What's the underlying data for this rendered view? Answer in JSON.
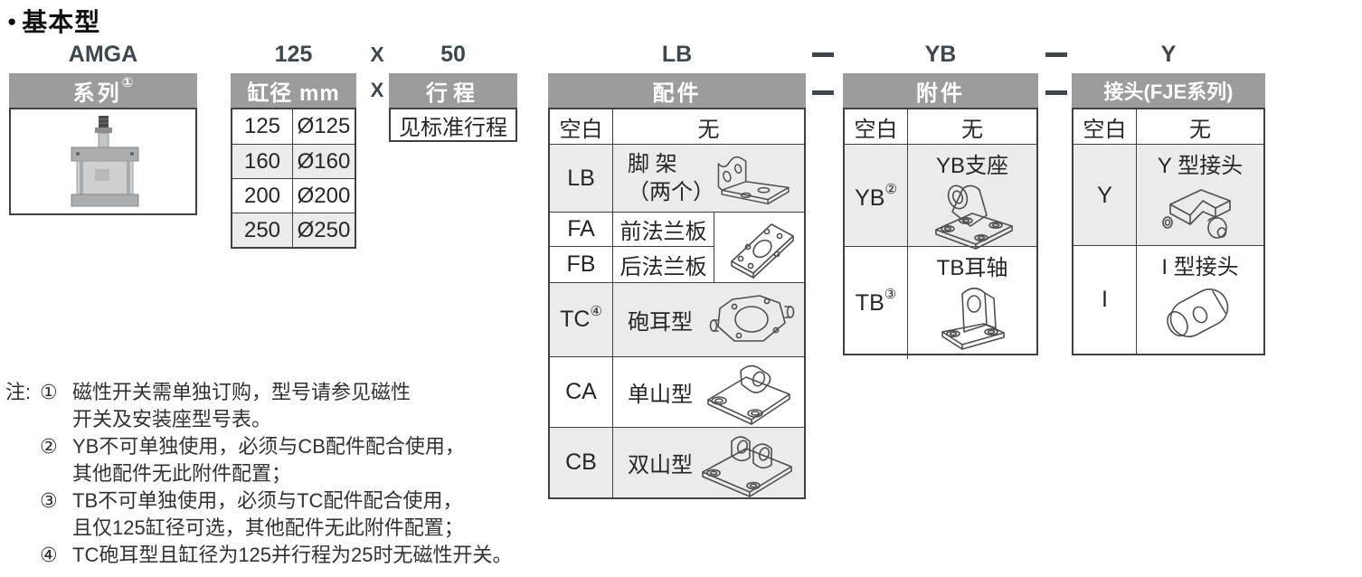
{
  "heading": {
    "bullet": "●",
    "text": "基本型"
  },
  "code_row": {
    "series": "AMGA",
    "bore": "125",
    "x_code": "X",
    "x_header": "X",
    "stroke": "50",
    "accessory": "LB",
    "attachment": "YB",
    "joint": "Y",
    "dash": "—"
  },
  "series": {
    "header": "系列",
    "header_sup": "①",
    "image": "pneumatic-cylinder-photo"
  },
  "bore": {
    "header": "缸径 mm",
    "rows": [
      {
        "code": "125",
        "dia": "Ø125"
      },
      {
        "code": "160",
        "dia": "Ø160"
      },
      {
        "code": "200",
        "dia": "Ø200"
      },
      {
        "code": "250",
        "dia": "Ø250"
      }
    ]
  },
  "stroke": {
    "header": "行程",
    "value": "见标准行程"
  },
  "accessories": {
    "header": "配件",
    "rows": [
      {
        "code": "空白",
        "name": "无"
      },
      {
        "code": "LB",
        "name": "脚 架",
        "name2": "（两个）",
        "icon": "foot-bracket-icon"
      },
      {
        "code": "FA",
        "name": "前法兰板",
        "icon": "flange-plate-icon"
      },
      {
        "code": "FB",
        "name": "后法兰板",
        "icon": "flange-plate-icon"
      },
      {
        "code": "TC",
        "sup": "④",
        "name": "砲耳型",
        "icon": "trunnion-icon"
      },
      {
        "code": "CA",
        "name": "单山型",
        "icon": "single-clevis-icon"
      },
      {
        "code": "CB",
        "name": "双山型",
        "icon": "double-clevis-icon"
      }
    ]
  },
  "attachments": {
    "header": "附件",
    "rows": [
      {
        "code": "空白",
        "name": "无"
      },
      {
        "code": "YB",
        "sup": "②",
        "name": "YB支座",
        "icon": "yb-mount-icon"
      },
      {
        "code": "TB",
        "sup": "③",
        "name": "TB耳轴",
        "icon": "tb-trunnion-icon"
      }
    ]
  },
  "joints": {
    "header": "接头(FJE系列)",
    "rows": [
      {
        "code": "空白",
        "name": "无"
      },
      {
        "code": "Y",
        "name": "Y 型接头",
        "icon": "y-clevis-joint-icon"
      },
      {
        "code": "I",
        "name": "I 型接头",
        "icon": "i-eye-joint-icon"
      }
    ]
  },
  "notes": {
    "prefix": "注:",
    "items": [
      {
        "num": "①",
        "lines": [
          "磁性开关需单独订购，型号请参见磁性",
          "开关及安装座型号表。"
        ]
      },
      {
        "num": "②",
        "lines": [
          "YB不可单独使用，必须与CB配件配合使用，",
          "其他配件无此附件配置；"
        ]
      },
      {
        "num": "③",
        "lines": [
          "TB不可单独使用，必须与TC配件配合使用，",
          "且仅125缸径可选，其他配件无此附件配置；"
        ]
      },
      {
        "num": "④",
        "lines": [
          "TC砲耳型且缸径为125并行程为25时无磁性开关。"
        ]
      }
    ]
  },
  "colors": {
    "header_bg": "#9c9c9c",
    "alt_row_bg": "#ebebeb",
    "border": "#414141",
    "code_text": "#3d4750",
    "text": "#262626"
  }
}
